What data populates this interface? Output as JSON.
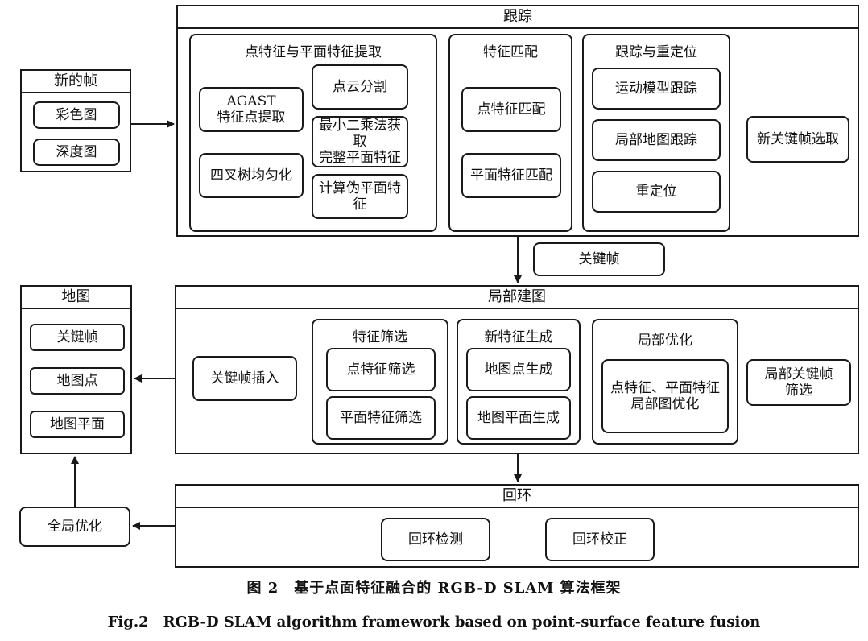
{
  "new_frame": {
    "title": "新的帧",
    "items": [
      "彩色图",
      "深度图"
    ]
  },
  "tracking": {
    "title": "跟踪",
    "point_plane": {
      "title": "点特征与平面特征提取",
      "agast": "AGAST\n特征点提取",
      "quadtree": "四叉树均匀化",
      "pointcloud_seg": "点云分割",
      "least_squares": "最小二乘法获取\n完整平面特征",
      "pseudo_plane": "计算伪平面特征"
    },
    "matching": {
      "title": "特征匹配",
      "point": "点特征匹配",
      "plane": "平面特征匹配"
    },
    "reloc": {
      "title": "跟踪与重定位",
      "motion": "运动模型跟踪",
      "localmap": "局部地图跟踪",
      "reloc": "重定位"
    },
    "new_keyframe": "新关键帧选取"
  },
  "keyframe_label": "关键帧",
  "local_mapping": {
    "title": "局部建图",
    "insert": "关键帧插入",
    "filter": {
      "title": "特征筛选",
      "point": "点特征筛选",
      "plane": "平面特征筛选"
    },
    "newfeat": {
      "title": "新特征生成",
      "point": "地图点生成",
      "plane": "地图平面生成"
    },
    "opt": {
      "title": "局部优化",
      "body": "点特征、平面特征\n局部图优化"
    },
    "kf_filter": "局部关键帧\n筛选"
  },
  "map": {
    "title": "地图",
    "items": [
      "关键帧",
      "地图点",
      "地图平面"
    ]
  },
  "loop": {
    "title": "回环",
    "detect": "回环检测",
    "correct": "回环校正"
  },
  "global_opt": "全局优化",
  "caption": {
    "zh": "图 2　基于点面特征融合的 RGB-D SLAM 算法框架",
    "en": "Fig.2　RGB-D SLAM algorithm framework based on point-surface feature fusion"
  }
}
